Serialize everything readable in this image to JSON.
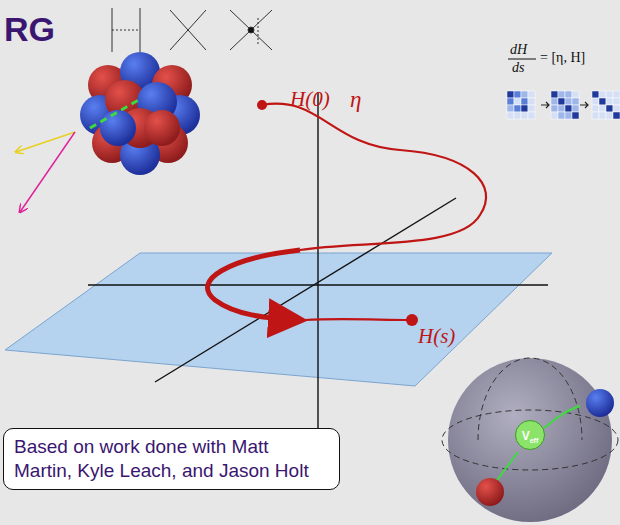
{
  "diagram": {
    "title": "RG",
    "nodes": [
      {
        "text": [
          "V",
          "eff"
        ]
      },
      {
        "text": [
          "Based on work done with Matt Martin, Kyle Leach, and Jason Holt"
        ]
      }
    ],
    "labels": [
      "H(0)",
      "η",
      "dH",
      "ds",
      "= [η, H]",
      "H(s)"
    ]
  }
}
